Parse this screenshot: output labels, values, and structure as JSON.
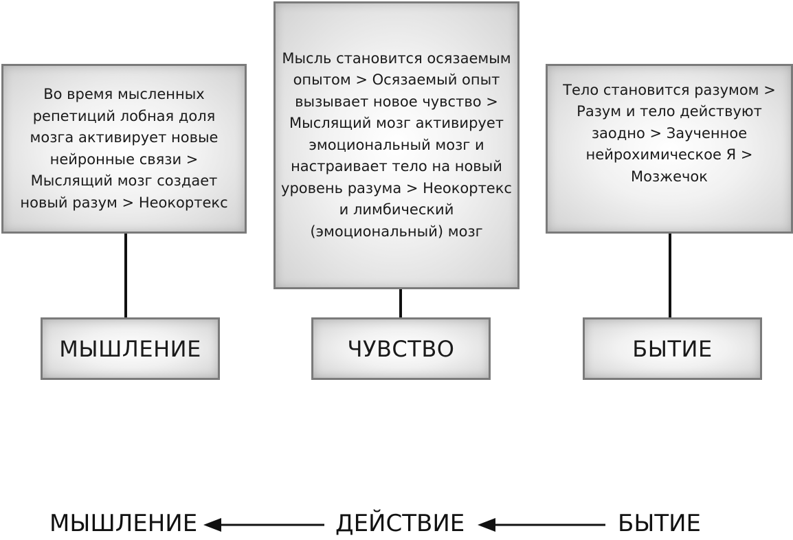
{
  "columns": [
    {
      "description": "Во время мысленных репетиций лобная доля мозга активирует новые нейронные связи > Мыслящий мозг создает новый разум > Неокортекс",
      "label": "МЫШЛЕНИЕ"
    },
    {
      "description": "Мысль становится осязаемым опытом > Осязаемый опыт вызывает новое чувство > Мыслящий мозг активирует эмоциональный мозг и настраивает тело на новый уровень разума > Неокортекс и лимбический (эмоциональный) мозг",
      "label": "ЧУВСТВО"
    },
    {
      "description": "Тело становится разумом > Разум и тело действуют заодно > Заученное нейрохимическое Я > Мозжечок",
      "label": "БЫТИЕ"
    }
  ],
  "flow": {
    "left": "МЫШЛЕНИЕ",
    "middle": "ДЕЙСТВИЕ",
    "right": "БЫТИЕ"
  }
}
